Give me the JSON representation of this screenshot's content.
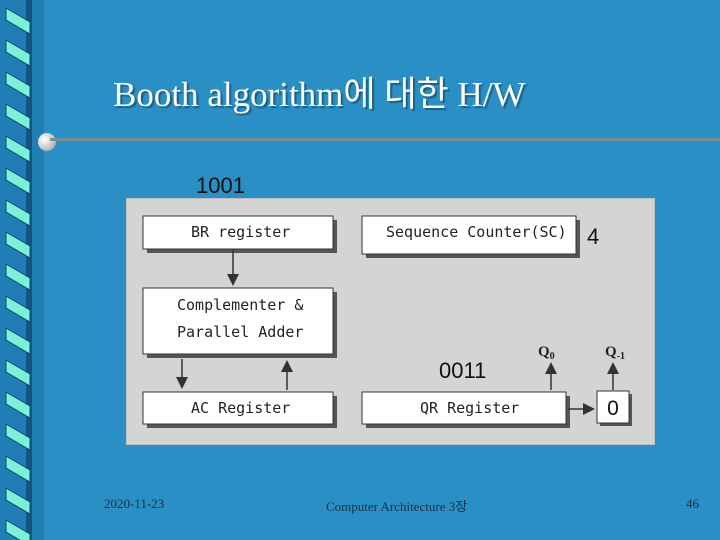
{
  "slide": {
    "title": "Booth algorithm에 대한 H/W",
    "footer_date": "2020-11-23",
    "footer_center": "Computer Architecture 3장",
    "page_number": "46"
  },
  "annotations": {
    "br_value": "1001",
    "sc_value": "4",
    "qr_value": "0011",
    "q_minus1_value": "0"
  },
  "diagram": {
    "br_register": "BR register",
    "sequence_counter": "Sequence Counter(SC)",
    "complementer_line1": "Complementer &",
    "complementer_line2": "Parallel Adder",
    "ac_register": "AC Register",
    "qr_register": "QR Register",
    "q0_base": "Q",
    "q0_sub": "0",
    "q_minus1_base": "Q",
    "q_minus1_sub": "-1"
  },
  "colors": {
    "background": "#2a8fc4",
    "panel": "#d4d4d4",
    "box": "#ffffff",
    "title": "#ffffff"
  }
}
